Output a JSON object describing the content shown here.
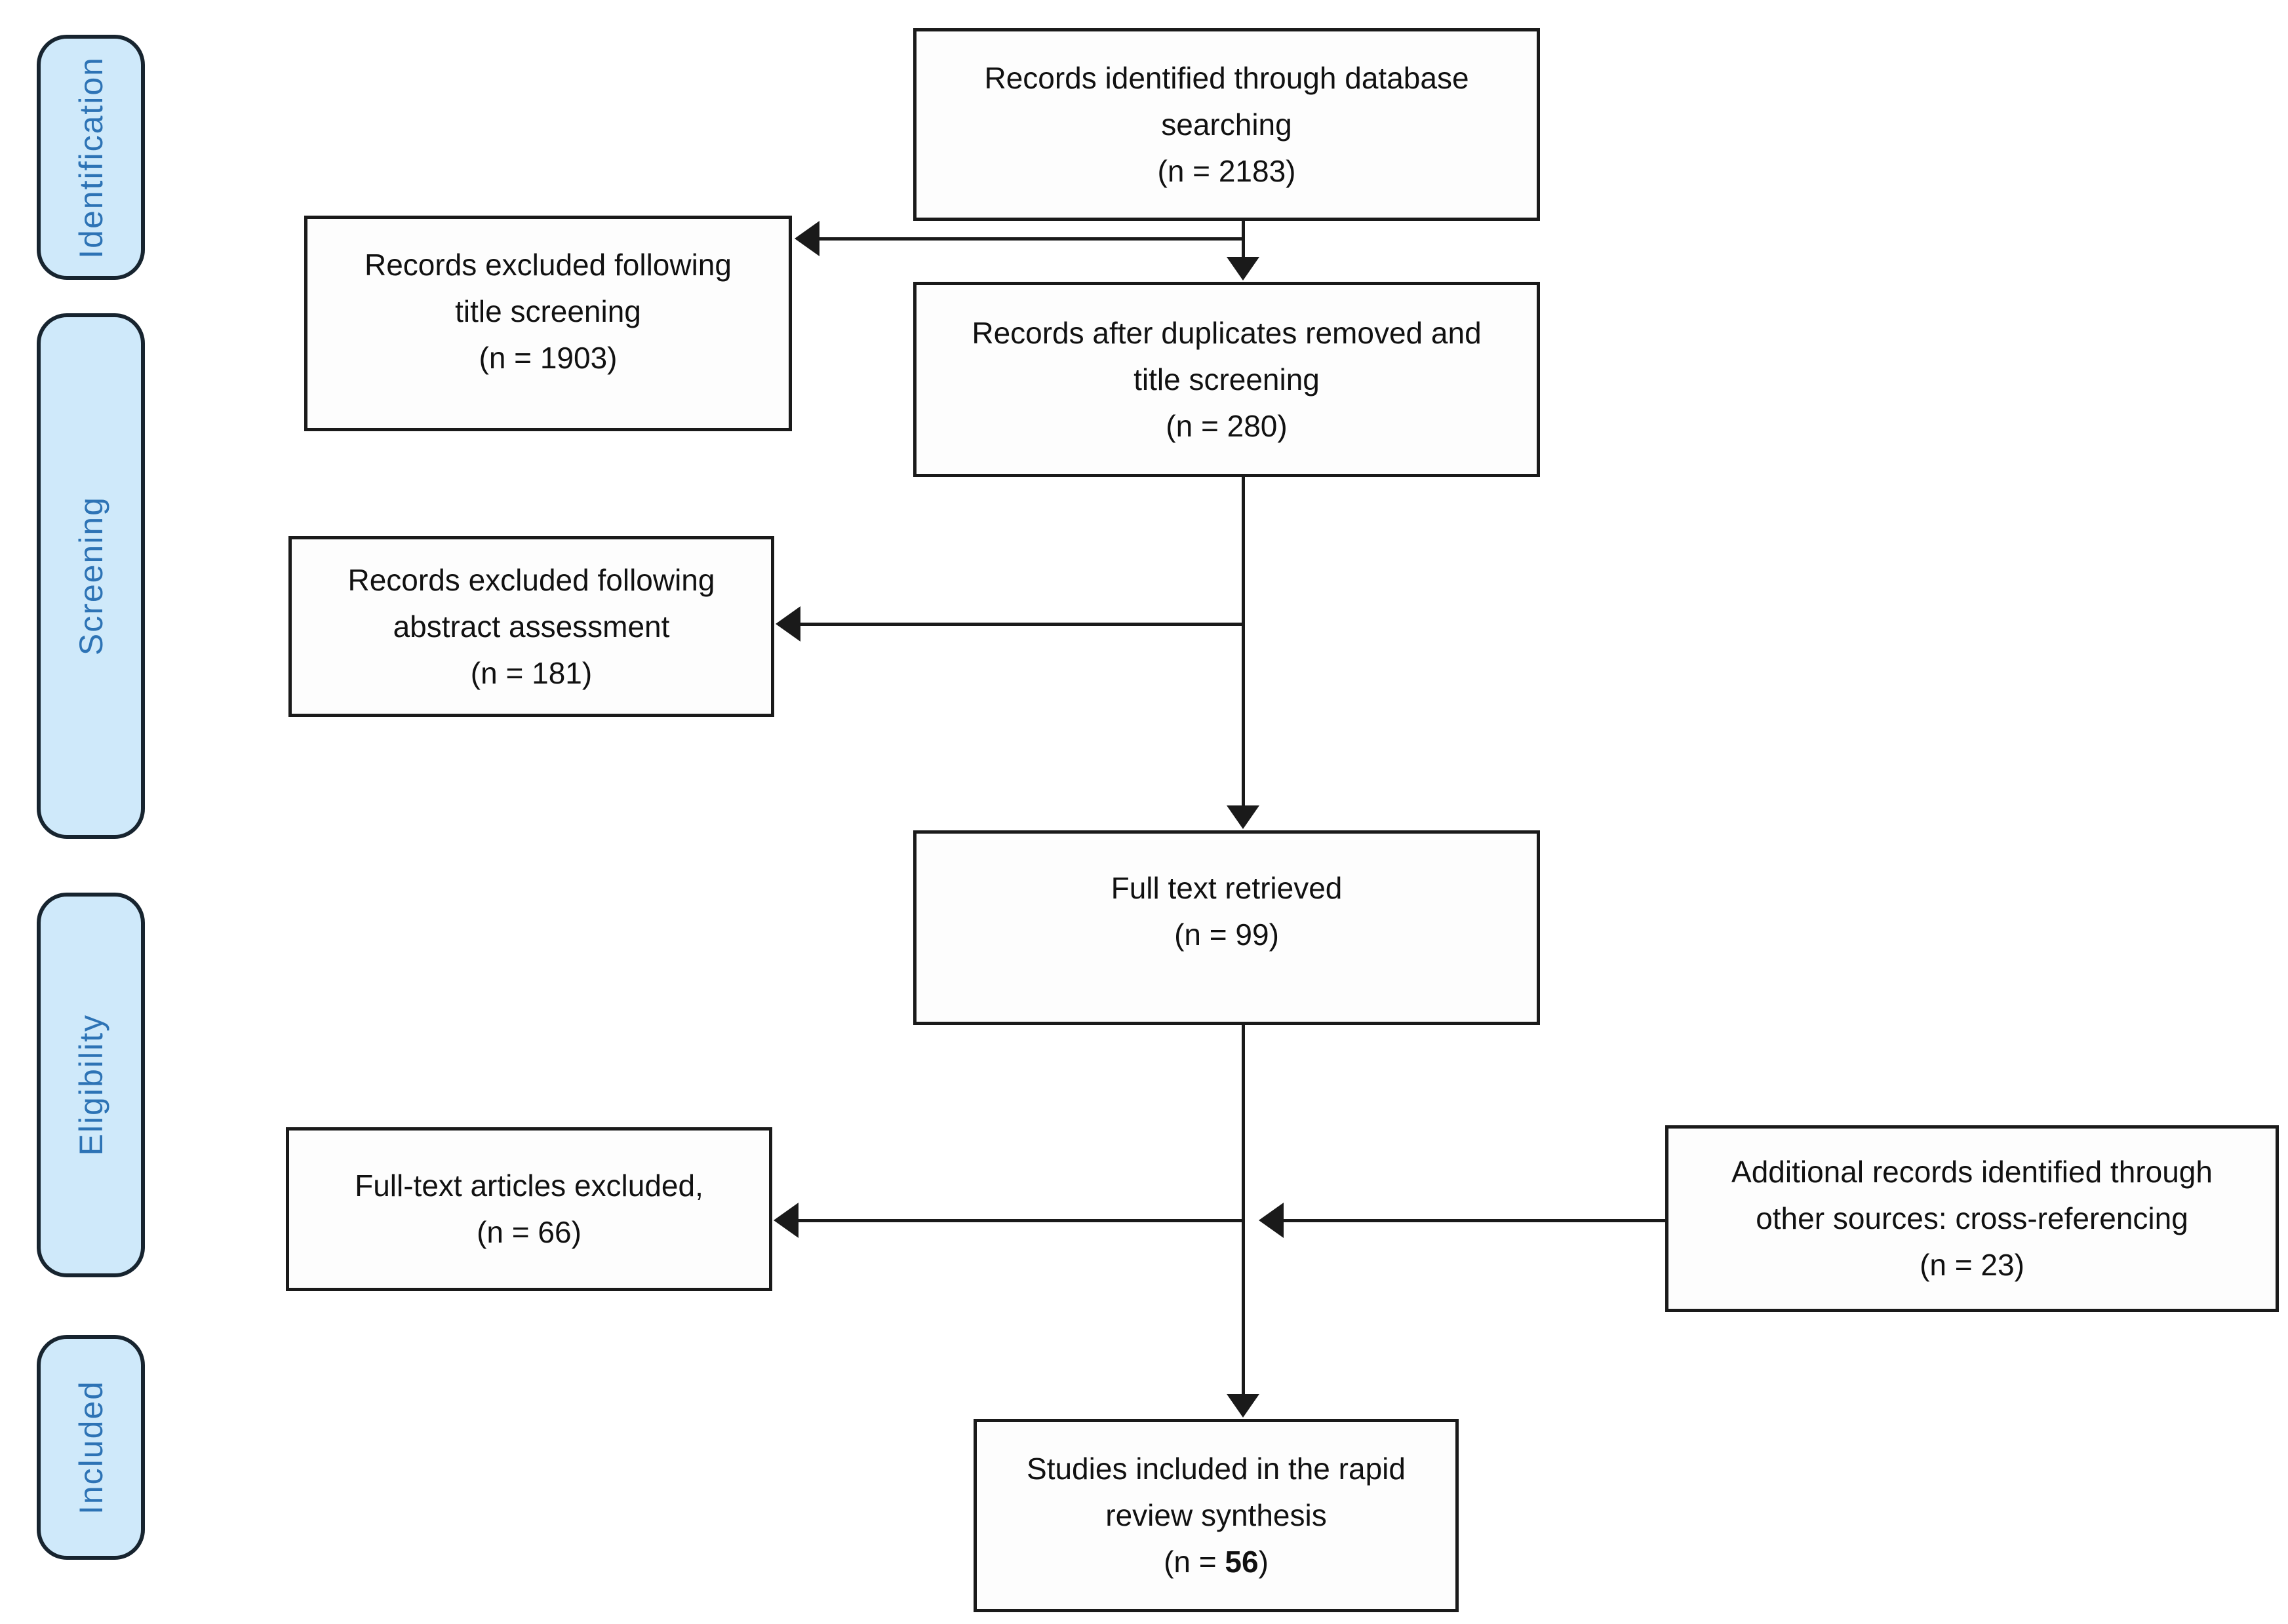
{
  "stages": [
    {
      "label": "Identification"
    },
    {
      "label": "Screening"
    },
    {
      "label": "Eligibility"
    },
    {
      "label": "Included"
    }
  ],
  "boxes": {
    "records_identified": {
      "line1": "Records identified through database",
      "line2": "searching",
      "line3": "(n = 2183)"
    },
    "excluded_title": {
      "line1": "Records excluded following",
      "line2": "title screening",
      "line3": "(n = 1903)"
    },
    "after_duplicates": {
      "line1": "Records after duplicates removed and",
      "line2": "title screening",
      "line3": "(n = 280)"
    },
    "excluded_abstract": {
      "line1": "Records excluded following",
      "line2": "abstract assessment",
      "line3": "(n = 181)"
    },
    "full_text": {
      "line1": "Full text retrieved",
      "line2": "(n = 99)"
    },
    "full_text_excluded": {
      "line1": "Full-text articles excluded,",
      "line2": "(n = 66)"
    },
    "additional_records": {
      "line1": "Additional records identified through",
      "line2": "other sources: cross-referencing",
      "line3": "(n = 23)"
    },
    "included_studies": {
      "line1": "Studies included in the rapid",
      "line2": "review synthesis",
      "line3_prefix": "(n = ",
      "line3_value": "56",
      "line3_suffix": ")"
    }
  },
  "colors": {
    "stage_fill": "#cfe9fa",
    "stage_border": "#17242f",
    "stage_text": "#2d73b5",
    "box_fill": "#fdfdfd",
    "box_border": "#1a1a1a",
    "box_text": "#111111",
    "line_color": "#1a1a1a",
    "page_bg": "#ffffff"
  }
}
